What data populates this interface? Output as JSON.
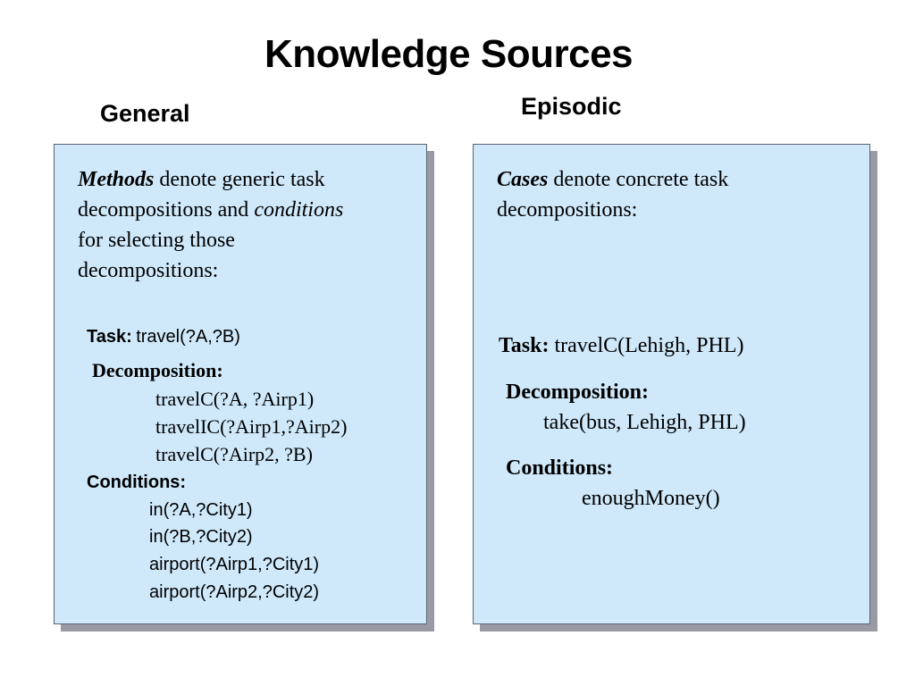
{
  "slide": {
    "title": "Knowledge Sources"
  },
  "general": {
    "heading": "General",
    "intro": {
      "term": "Methods",
      "text1": " denote generic task",
      "text2": "decompositions and ",
      "term2": "conditions",
      "text3": "for selecting those",
      "text4": "decompositions:"
    },
    "task_label": "Task:",
    "task_value": "travel(?A,?B)",
    "decomposition_label": "Decomposition:",
    "decomposition_steps": [
      "travelC(?A, ?Airp1)",
      "travelIC(?Airp1,?Airp2)",
      "travelC(?Airp2, ?B)"
    ],
    "conditions_label": "Conditions:",
    "conditions": [
      "in(?A,?City1)",
      "in(?B,?City2)",
      "airport(?Airp1,?City1)",
      "airport(?Airp2,?City2)"
    ]
  },
  "episodic": {
    "heading": "Episodic",
    "intro": {
      "term": "Cases",
      "text1": " denote concrete task",
      "text2": "decompositions:"
    },
    "task_label": "Task:",
    "task_value": " travelC(Lehigh, PHL)",
    "decomposition_label": "Decomposition:",
    "decomposition_steps": [
      "take(bus, Lehigh, PHL)"
    ],
    "conditions_label": "Conditions:",
    "conditions": [
      "enoughMoney()"
    ]
  },
  "colors": {
    "panel_fill": "#cfe9fb",
    "panel_border": "#5a6472",
    "panel_shadow": "#9a9aa4"
  }
}
